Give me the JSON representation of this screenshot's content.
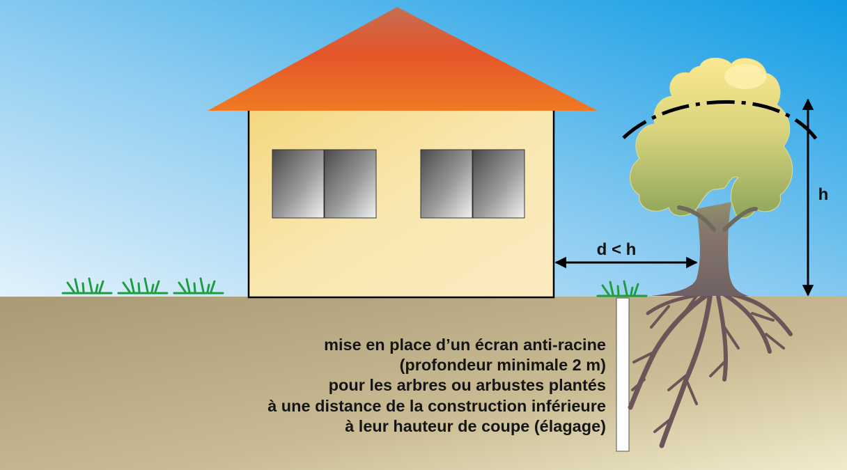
{
  "labels": {
    "distance": "d < h",
    "height": "h"
  },
  "caption": [
    "mise en place d’un écran anti-racine",
    "(profondeur minimale 2 m)",
    "pour les arbres ou arbustes plantés",
    "à une distance de la construction inférieure",
    "à leur hauteur de coupe (élagage)"
  ],
  "colors": {
    "sky_light": "#dff0fa",
    "sky_dark": "#1fa3e6",
    "ground_top": "#ad9f7d",
    "ground_bottom": "#eee7c6",
    "roof_top": "#c7684a",
    "roof_bottom": "#ee5a22",
    "wall": "#f9e6a8",
    "foliage": "#f6e795",
    "trunk": "#7b6a6b",
    "grass": "#1d9d3f"
  }
}
